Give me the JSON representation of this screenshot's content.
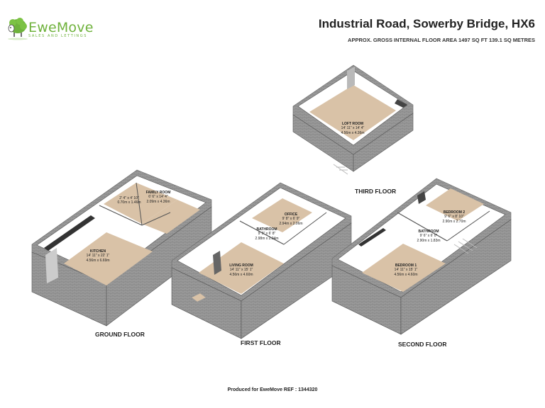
{
  "brand": {
    "name": "EweMove",
    "tagline": "SALES AND LETTINGS",
    "color": "#6fb23c"
  },
  "header": {
    "title": "Industrial Road, Sowerby Bridge, HX6",
    "area": "APPROX. GROSS INTERNAL FLOOR AREA 1497 SQ FT 139.1 SQ METRES"
  },
  "floors": {
    "ground": {
      "label": "GROUND FLOOR",
      "rooms": [
        {
          "name": "KITCHEN",
          "imperial": "14' 11\" x 22' 1\"",
          "metric": "4.56m x 6.69m"
        },
        {
          "name": "FAMILY ROOM",
          "imperial": "6' 6\" x 14' 4\"",
          "metric": "2.09m x 4.36m"
        },
        {
          "name": "",
          "imperial": "2' 4\" x 4' 10\"",
          "metric": "0.70m x 1.46m"
        }
      ]
    },
    "first": {
      "label": "FIRST FLOOR",
      "rooms": [
        {
          "name": "LIVING ROOM",
          "imperial": "14' 11\" x 15' 1\"",
          "metric": "4.56m x 4.60m"
        },
        {
          "name": "BATHROOM",
          "imperial": "9' 9\" x 6' 8\"",
          "metric": "2.98m x 2.04m"
        },
        {
          "name": "OFFICE",
          "imperial": "9' 8\" x 6' 9\"",
          "metric": "2.94m x 2.06m"
        }
      ]
    },
    "second": {
      "label": "SECOND FLOOR",
      "rooms": [
        {
          "name": "BEDROOM 1",
          "imperial": "14' 11\" x 15' 1\"",
          "metric": "4.56m x 4.60m"
        },
        {
          "name": "BATHROOM",
          "imperial": "9' 6\" x 6' 0\"",
          "metric": "2.90m x 1.83m"
        },
        {
          "name": "BEDROOM 2",
          "imperial": "9' 6\" x 8' 10\"",
          "metric": "2.90m x 2.70m"
        }
      ]
    },
    "third": {
      "label": "THIRD FLOOR",
      "rooms": [
        {
          "name": "LOFT ROOM",
          "imperial": "14' 11\" x 14' 4\"",
          "metric": "4.56m x 4.36m"
        }
      ]
    }
  },
  "footer": {
    "text": "Produced for EweMove   REF : 1344320"
  }
}
